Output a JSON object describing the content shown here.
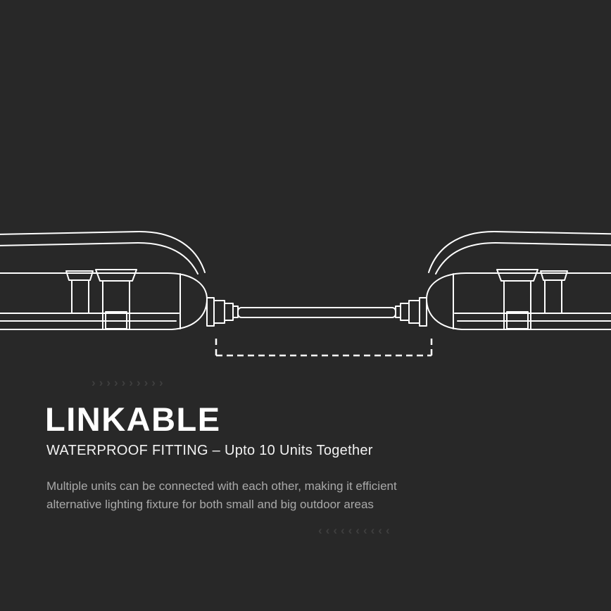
{
  "page": {
    "background": "#282828"
  },
  "illustration": {
    "stroke_color": "#ffffff",
    "left_fixture": "waterproof-fitting-left",
    "right_fixture": "waterproof-fitting-right",
    "cable": "link-cable",
    "bracket": "link-span-indicator"
  },
  "decor": {
    "top_chevrons": "››››››››››",
    "bottom_chevrons": "‹‹‹‹‹‹‹‹‹‹",
    "chevron_color": "#3f3f3f"
  },
  "text": {
    "title": "LINKABLE",
    "subtitle": "WATERPROOF FITTING – Upto 10 Units Together",
    "description_line1": "Multiple units can be connected with each other, making it efficient",
    "description_line2": "alternative lighting fixture for both small and big outdoor areas"
  }
}
